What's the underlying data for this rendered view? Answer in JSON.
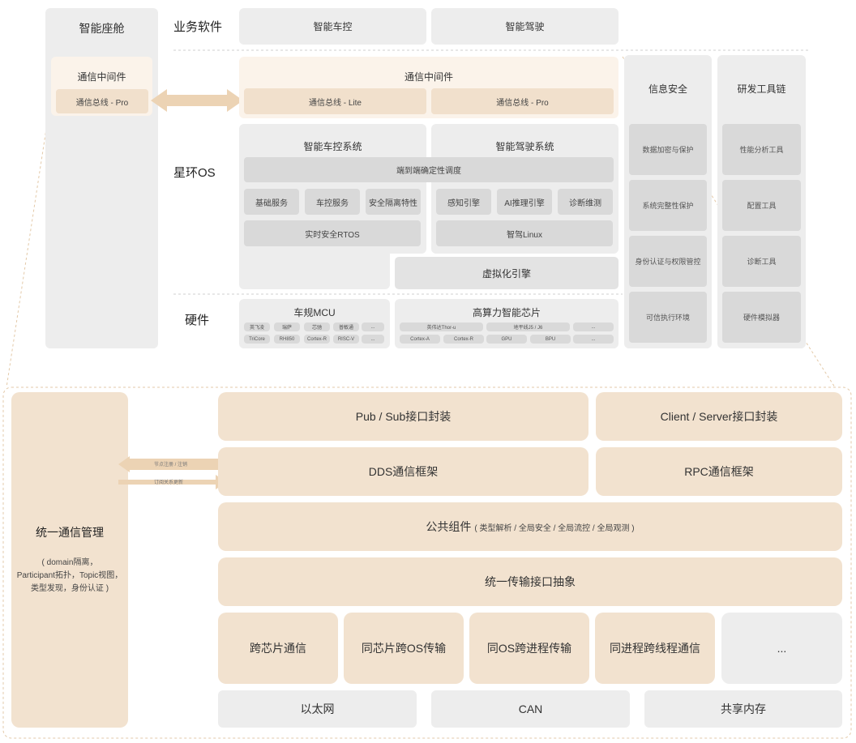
{
  "top": {
    "cockpit": {
      "title": "智能座舱",
      "middleware_title": "通信中间件",
      "bus_pro": "通信总线 - Pro"
    },
    "row_labels": {
      "business_software": "业务软件",
      "os": "星环OS",
      "hardware": "硬件"
    },
    "business": [
      "智能车控",
      "智能驾驶"
    ],
    "middleware": {
      "title": "通信中间件",
      "bus_lite": "通信总线 - Lite",
      "bus_pro": "通信总线 - Pro"
    },
    "vehicle_control_system": {
      "title": "智能车控系统",
      "services": [
        "基础服务",
        "车控服务",
        "安全隔离特性"
      ],
      "rtos": "实时安全RTOS"
    },
    "driving_system": {
      "title": "智能驾驶系统",
      "services": [
        "感知引擎",
        "AI推理引擎",
        "诊断维测"
      ],
      "linux": "智驾Linux"
    },
    "e2e_scheduling": "端到端确定性调度",
    "virtualization": "虚拟化引擎",
    "mcu": {
      "title": "车规MCU",
      "row1": [
        "英飞凌",
        "瑞萨",
        "芯驰",
        "普敏通",
        "..."
      ],
      "row2": [
        "TriCore",
        "RH850",
        "Cortex-R",
        "RISC-V",
        "..."
      ]
    },
    "soc": {
      "title": "高算力智能芯片",
      "row1": [
        "英伟达Thor-u",
        "地平线J5 / J6",
        "..."
      ],
      "row2": [
        "Cortex-A",
        "Cortex-R",
        "GPU",
        "BPU",
        "..."
      ]
    },
    "security": {
      "title": "信息安全",
      "items": [
        "数据加密与保护",
        "系统完整性保护",
        "身份认证与权限管控",
        "可信执行环境"
      ]
    },
    "toolchain": {
      "title": "研发工具链",
      "items": [
        "性能分析工具",
        "配置工具",
        "诊断工具",
        "硬件模拟器"
      ]
    }
  },
  "bottom": {
    "management": {
      "title": "统一通信管理",
      "detail_lines": [
        "( domain隔离，",
        "Participant拓扑，Topic视图，",
        "类型发现，身份认证 )"
      ]
    },
    "arrows": {
      "register": "节点注册 / 注销",
      "subscribe": "订阅关系更新"
    },
    "pubsub": "Pub / Sub接口封装",
    "client_server": "Client / Server接口封装",
    "dds": "DDS通信框架",
    "rpc": "RPC通信框架",
    "common": "公共组件",
    "common_detail": "( 类型解析 / 全局安全 / 全局流控 / 全局观测 )",
    "transport_abstraction": "统一传输接口抽象",
    "transports": [
      "跨芯片通信",
      "同芯片跨OS传输",
      "同OS跨进程传输",
      "同进程跨线程通信",
      "..."
    ],
    "physical": [
      "以太网",
      "CAN",
      "共享内存"
    ]
  }
}
